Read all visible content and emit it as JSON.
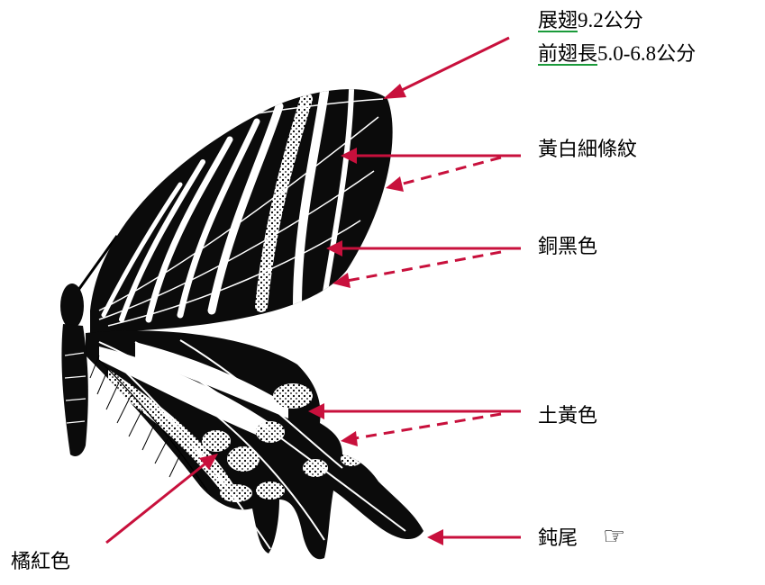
{
  "labels": {
    "wingspan_prefix": "展翅",
    "wingspan_value": "9.2",
    "wingspan_unit": "公分",
    "forewing_prefix": "前翅長",
    "forewing_value": "5.0-6.8",
    "forewing_unit": "公分",
    "yellow_white_stripes": "黃白細條紋",
    "copper_black": "銅黑色",
    "earth_yellow": "土黃色",
    "blunt_tail": "鈍尾",
    "pointer_glyph": "☞",
    "orange_red": "橘紅色"
  },
  "colors": {
    "arrow": "#c8103c",
    "underline": "#1a9a3a",
    "wing": "#0b0b0b",
    "stripe": "#ffffff"
  },
  "icons": {
    "pointer": "pointing-hand-icon"
  }
}
